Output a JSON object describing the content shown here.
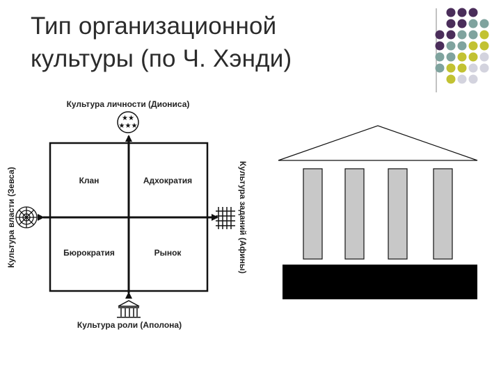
{
  "title": "Тип организационной\nкультуры (по Ч. Хэнди)",
  "diagram": {
    "top_label": "Культура личности (Диониса)",
    "bottom_label": "Культура роли (Аполона)",
    "left_label": "Культура власти (Зевса)",
    "right_label": "Культура заданий (Афины)",
    "quadrants": {
      "top_left": "Клан",
      "top_right": "Адхократия",
      "bottom_left": "Бюрократия",
      "bottom_right": "Рынок"
    }
  },
  "colors": {
    "purple": "#4a2d5a",
    "teal": "#7fa39e",
    "olive": "#c2c232",
    "light_gray": "#d3d3de",
    "column_gray": "#c8c8c8",
    "base_black": "#000000"
  },
  "icons": [
    "stars-icon",
    "spiderweb-icon",
    "grid-icon",
    "temple-icon"
  ]
}
